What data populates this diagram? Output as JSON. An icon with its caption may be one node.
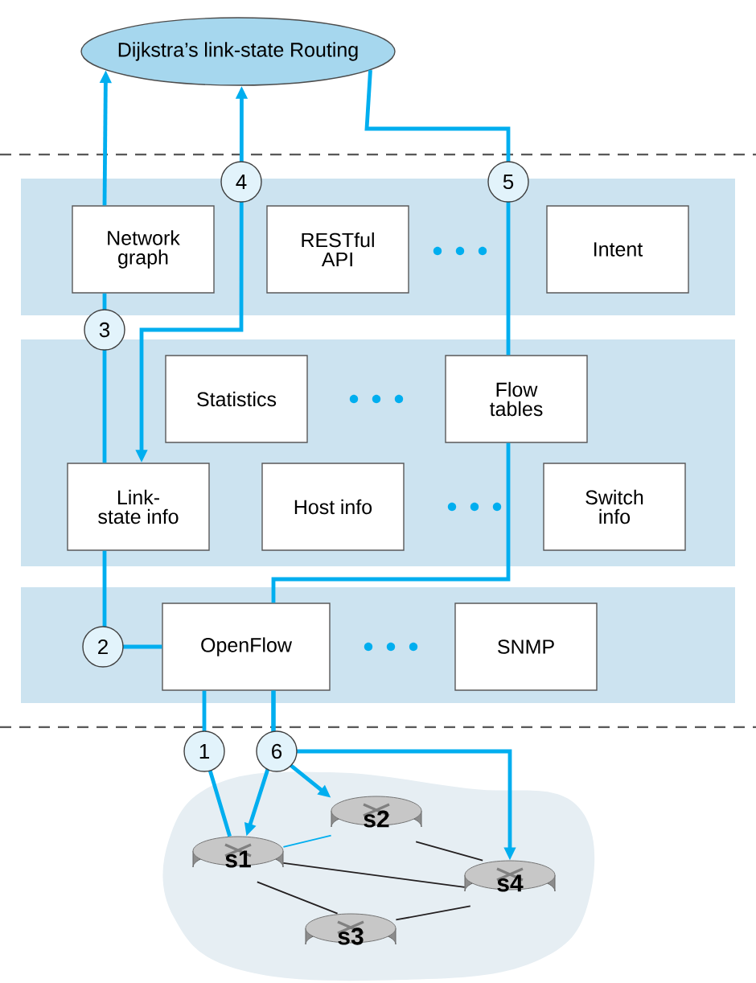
{
  "diagram": {
    "nodes": [
      {
        "text": [
          "Dijkstra’s link-state Routing"
        ]
      },
      {
        "text": [],
        "shape": "box"
      },
      {
        "text": [
          "Network graph"
        ],
        "in": 1
      },
      {
        "text": [
          "RESTful API"
        ],
        "in": 1
      },
      {
        "text": [
          "Intent"
        ],
        "in": 1
      },
      {
        "text": [],
        "shape": "box"
      },
      {
        "text": [
          "Statistics"
        ],
        "in": 5
      },
      {
        "text": [
          "Flow tables"
        ],
        "in": 5
      },
      {
        "text": [
          "Link-state info"
        ],
        "in": 5
      },
      {
        "text": [
          "Host info"
        ],
        "in": 5
      },
      {
        "text": [
          "Switch info"
        ],
        "in": 5
      },
      {
        "text": [],
        "shape": "box"
      },
      {
        "text": [
          "OpenFlow"
        ],
        "in": 11
      },
      {
        "text": [
          "SNMP"
        ],
        "in": 11
      },
      {
        "text": [],
        "shape": "cloud"
      },
      {
        "text": [
          "s1"
        ],
        "in": 14
      },
      {
        "text": [
          "s2"
        ],
        "in": 14
      },
      {
        "text": [
          "s3"
        ],
        "in": 14
      },
      {
        "text": [
          "s4"
        ],
        "in": 14
      }
    ],
    "edges": [
      {
        "from": 8,
        "to": 2,
        "arrow": "none",
        "label": "3"
      },
      {
        "from": 2,
        "to": 0,
        "arrow": "to"
      },
      {
        "from": 0,
        "to": 8,
        "arrow": "both",
        "label": "4"
      },
      {
        "from": 0,
        "to": 7,
        "arrow": "none",
        "label": "5"
      },
      {
        "from": 8,
        "to": 12,
        "arrow": "none",
        "label": "2"
      },
      {
        "from": 7,
        "to": 12,
        "arrow": "none"
      },
      {
        "from": 12,
        "to": 15,
        "arrow": "none",
        "label": "1"
      },
      {
        "from": 12,
        "to": 15,
        "arrow": "to",
        "label": "6"
      },
      {
        "from": 12,
        "to": 16,
        "arrow": "to"
      },
      {
        "from": 12,
        "to": 18,
        "arrow": "to"
      },
      {
        "from": 15,
        "to": 16,
        "arrow": "none"
      },
      {
        "from": 15,
        "to": 18,
        "arrow": "none",
        "color": "#231f20"
      },
      {
        "from": 15,
        "to": 17,
        "arrow": "none",
        "color": "#231f20"
      },
      {
        "from": 16,
        "to": 18,
        "arrow": "none",
        "color": "#231f20"
      },
      {
        "from": 17,
        "to": 18,
        "arrow": "none",
        "color": "#231f20"
      }
    ]
  }
}
